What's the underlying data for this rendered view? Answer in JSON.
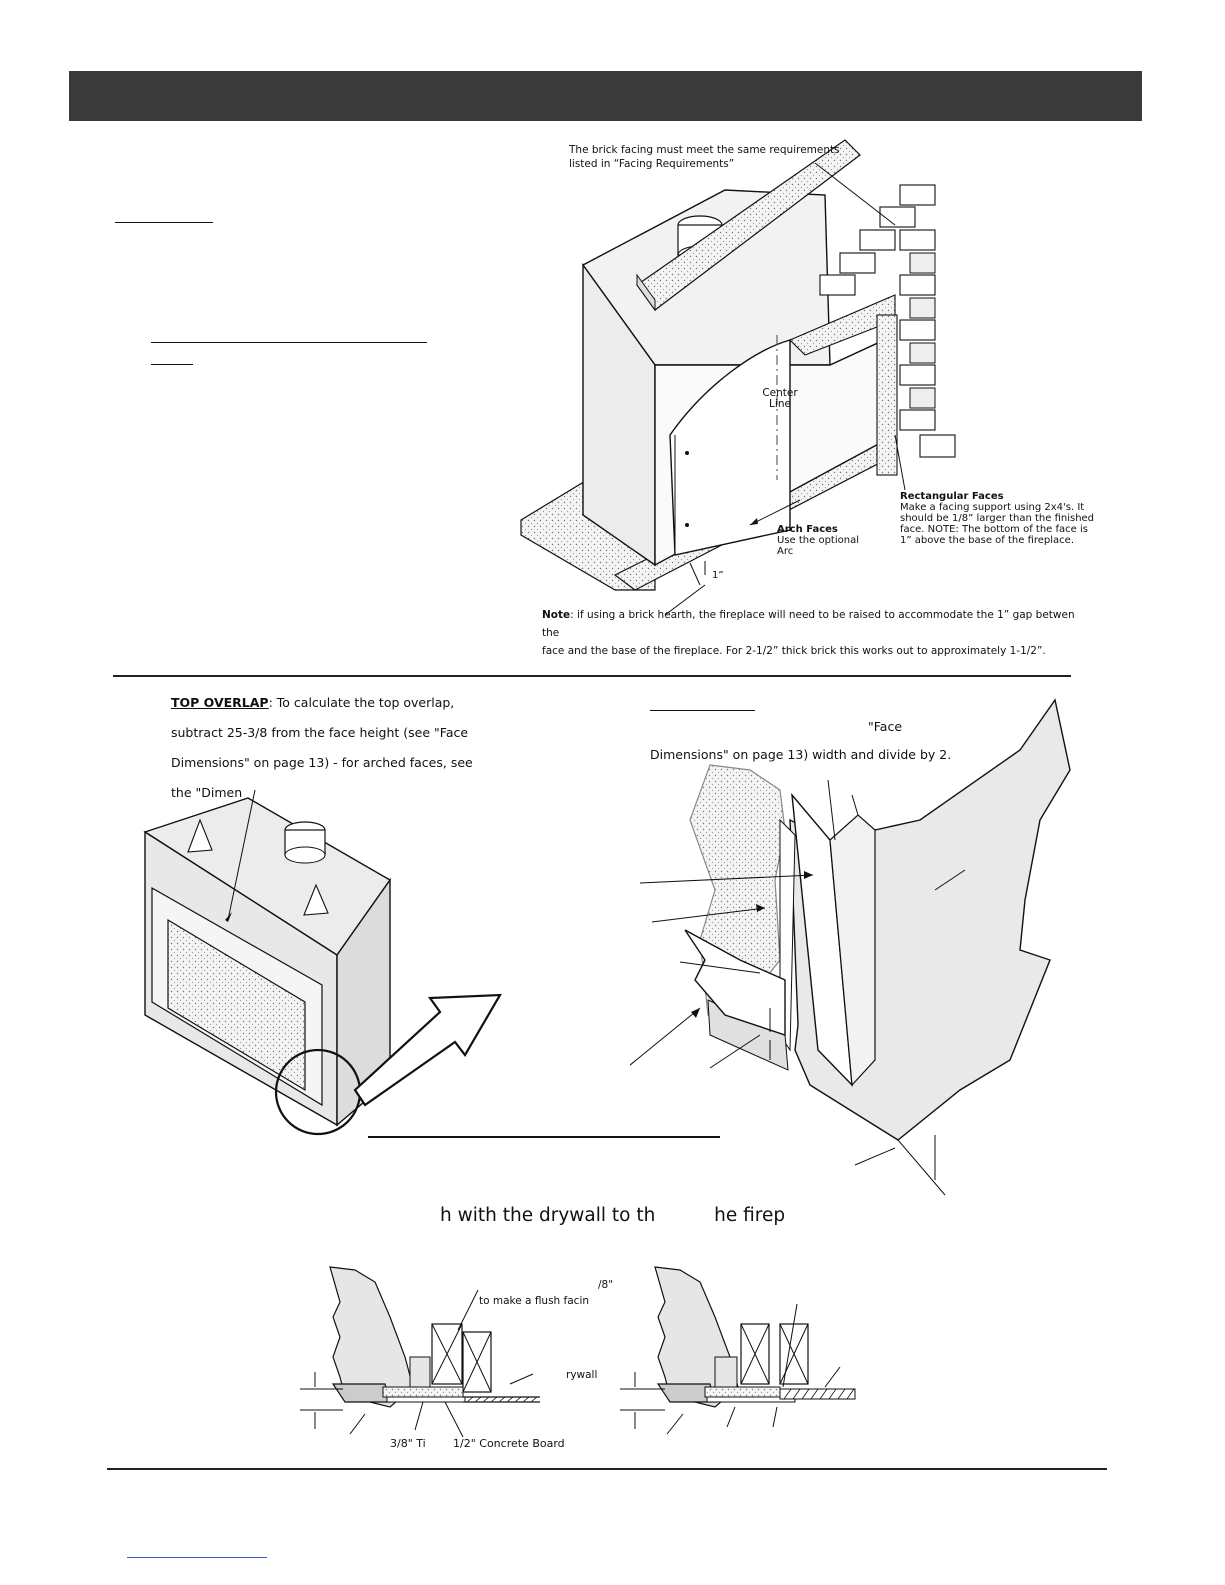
{
  "callouts": {
    "brick_line1": "The brick facing must meet the same requirements",
    "brick_line2": "listed in “Facing Requirements”",
    "center_line1": "Center",
    "center_line2": "Line",
    "rect_title": "Rectangular Faces",
    "rect_line1": "Make a facing support using 2x4's.  It",
    "rect_line2": "should be 1/8” larger than the finished",
    "rect_line3": "face.  NOTE: The bottom of the face is",
    "rect_line4": "1” above the base of the fireplace.",
    "arch_title": "Arch Faces",
    "arch_line1": "Use the optional",
    "arch_line2": "Arc",
    "gap_label": "1”"
  },
  "note": {
    "label": "Note",
    "line1": ": if using a brick hearth, the fireplace will need to be raised to accommodate the 1” gap betwen the",
    "line2": "face and the base of the fireplace.  For 2-1/2” thick brick this works out to approximately 1-1/2”."
  },
  "top_overlap": {
    "label": "TOP OVERLAP",
    "line1": ": To calculate the top overlap,",
    "line2": "subtract 25-3/8 from the face height (see \"Face",
    "line3": "Dimensions\" on page 13) - for arched faces, see",
    "line4": "the \"Dimen"
  },
  "side_overlap": {
    "line1": "\"Face",
    "line2": "Dimensions\" on page 13) width and divide by 2."
  },
  "flush_heading": "h with the drywall to th          he firep",
  "detail": {
    "label_a": "/8\"",
    "label_b": "to make a flush facin",
    "label_c": "rywall",
    "label_d": "3/8\" Ti",
    "label_e": "1/2\" Concrete Board"
  }
}
